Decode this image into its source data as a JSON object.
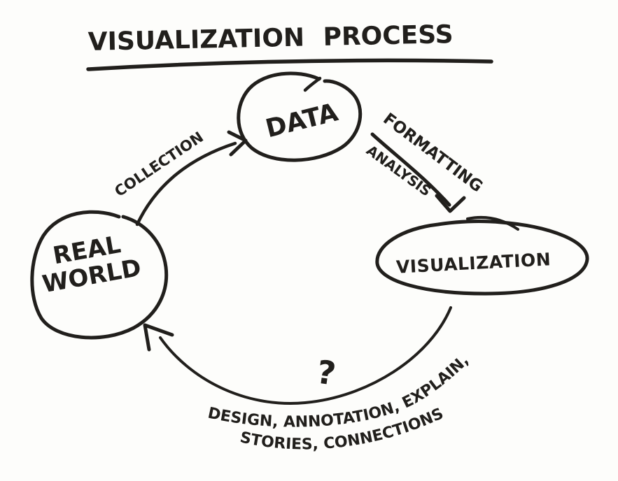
{
  "title": "VISUALIZATION PROCESS",
  "colors": {
    "ink": "#211f1c",
    "paper": "#fdfdfb"
  },
  "nodes": {
    "data": {
      "label": "DATA"
    },
    "visualization": {
      "label": "VISUALIZATION"
    },
    "real_world": {
      "line1": "REAL",
      "line2": "WORLD"
    }
  },
  "edges": {
    "collection": {
      "from": "REAL WORLD",
      "to": "DATA",
      "label": "COLLECTION"
    },
    "formatting_analysis": {
      "from": "DATA",
      "to": "VISUALIZATION",
      "line1": "FORMATTING",
      "line2": "ANALYSIS"
    },
    "feedback": {
      "from": "VISUALIZATION",
      "to": "REAL WORLD",
      "question_mark": "?",
      "line1": "DESIGN, ANNOTATION, EXPLAIN,",
      "line2": "STORIES, CONNECTIONS"
    }
  }
}
